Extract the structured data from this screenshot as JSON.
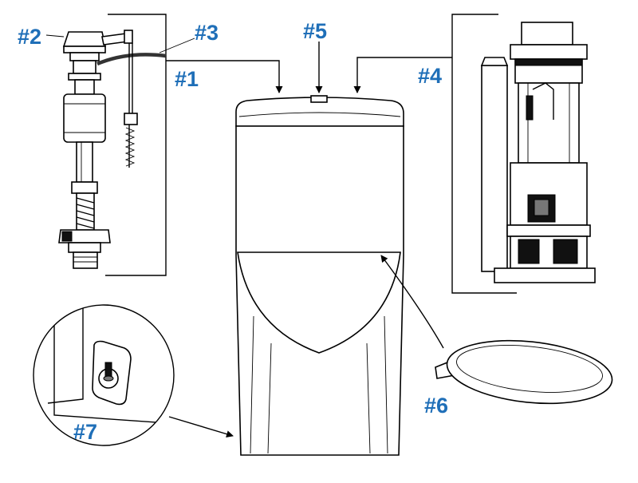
{
  "callouts": {
    "c1": "#1",
    "c2": "#2",
    "c3": "#3",
    "c4": "#4",
    "c5": "#5",
    "c6": "#6",
    "c7": "#7"
  },
  "colors": {
    "callout": "#1f6fb8",
    "line": "#000000",
    "background": "#ffffff"
  }
}
